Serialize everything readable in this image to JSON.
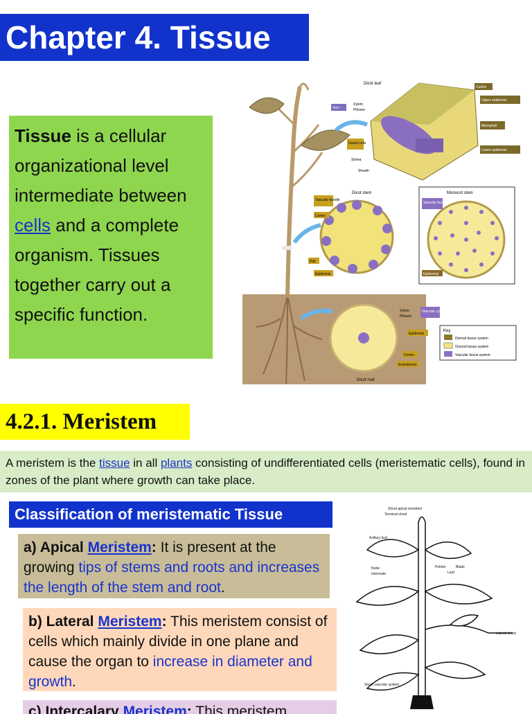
{
  "title": "Chapter 4. Tissue",
  "intro": {
    "term": "Tissue",
    "before_link": " is a cellular organizational level intermediate between ",
    "link": "cells",
    "after_link": " and a complete organism. Tissues together carry out a specific function."
  },
  "figure": {
    "dicot_leaf": "Dicot leaf",
    "cuticle": "Cuticle",
    "upper_epidermis": "Upper epidermis",
    "mesophyll": "Mesophyll",
    "lower_epidermis": "Lower epidermis",
    "vein": "Vein",
    "xylem": "Xylem",
    "phloem": "Phloem",
    "guard_cells": "Guard cells",
    "stoma": "Stoma",
    "sheath": "Sheath",
    "dicot_stem": "Dicot stem",
    "monocot_stem": "Monocot stem",
    "vascular_bundle": "Vascular bundle",
    "cortex": "Cortex",
    "pith": "Pith",
    "epidermis": "Epidermis",
    "vascular_cylinder": "Vascular cylinder",
    "endodermis": "Endodermis",
    "dicot_root": "Dicot root",
    "key": "Key",
    "key_dermal": "Dermal tissue system",
    "key_ground": "Ground tissue system",
    "key_vascular": "Vascular tissue system",
    "colors": {
      "dermal": "#8b7a2a",
      "ground": "#f2e27a",
      "vascular": "#8a6fc0"
    }
  },
  "meristem_heading": "4.2.1. Meristem",
  "definition": {
    "t1": "A meristem is the ",
    "link1": "tissue",
    "t2": " in all ",
    "link2": "plants",
    "t3": " consisting of undifferentiated cells (meristematic cells), found in zones of the plant where growth can take place."
  },
  "classification_heading": "Classification of meristematic Tissue",
  "apical": {
    "prefix": "a) Apical ",
    "link": "Meristem",
    "colon": ":",
    "t1": " It is present at the growing ",
    "highlight": "tips of stems and roots and increases the length of the stem and root",
    "end": "."
  },
  "lateral": {
    "prefix": "b) Lateral ",
    "link": "Meristem",
    "colon": ":",
    "t1": " This meristem consist of cells which mainly divide in one plane and cause the organ to ",
    "highlight": "increase in diameter and growth",
    "end": "."
  },
  "intercalary": {
    "prefix": "c) Intercalary ",
    "link": "Meristem",
    "colon": ":",
    "t1": " This meristem"
  },
  "diagram": {
    "shoot_apical_meristem": "Shoot apical meristem",
    "terminal_shoot": "Terminal shoot",
    "axillary_bud": "Axillary bud",
    "node": "Node",
    "internode": "Internode",
    "petiole": "Petiole",
    "blade": "Blade",
    "leaf": "Leaf",
    "lateral_shoot": "Lateral shoot",
    "shoot_vascular_system": "Shoot vascular system"
  }
}
